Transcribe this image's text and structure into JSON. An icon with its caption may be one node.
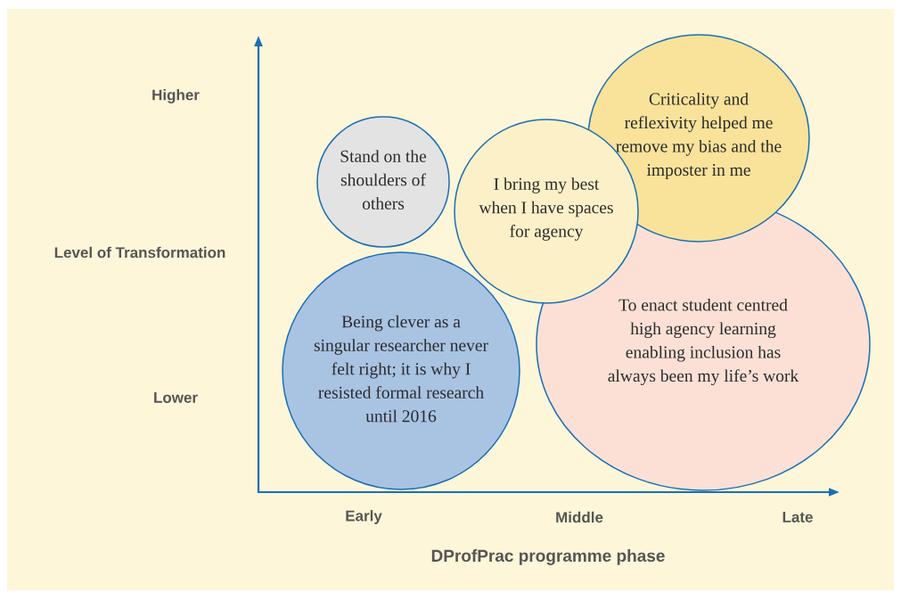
{
  "diagram": {
    "nodes": [
      {
        "text": [
          "Stand on the shoulders of others"
        ]
      },
      {
        "text": [
          "Criticality and reflexivity helped me remove my bias and the imposter in me"
        ]
      },
      {
        "text": [
          "I bring my best when I have spaces for agency"
        ]
      },
      {
        "text": [
          "Being clever as a singular researcher never felt right; it is why I resisted formal research until 2016"
        ]
      },
      {
        "text": [
          "To enact student centred high agency learning enabling inclusion has always been my life’s work"
        ]
      }
    ],
    "labels": [
      "Higher",
      "Level of Transformation",
      "Lower",
      "Early",
      "Middle",
      "Late",
      "DProfPrac programme phase"
    ]
  }
}
